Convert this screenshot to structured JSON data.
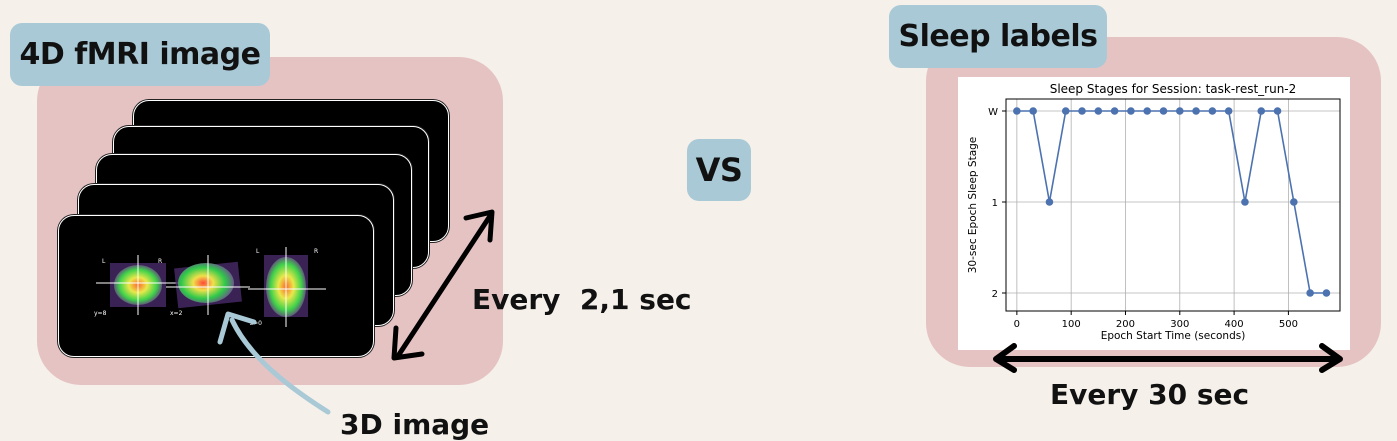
{
  "left": {
    "title": "4D fMRI image",
    "interval_label": "Every  2,1 sec",
    "sub_label": "3D image",
    "brain_view_labels": {
      "v1_left": "L",
      "v1_right": "R",
      "v1_coord": "y=8",
      "v2_coord": "x=2",
      "v3_left": "L",
      "v3_right": "R",
      "v3_coord": "z=0"
    }
  },
  "center": {
    "vs_label": "VS"
  },
  "right": {
    "title": "Sleep labels",
    "interval_label": "Every 30 sec"
  },
  "colors": {
    "background": "#f5f1ea",
    "panel": "#e6c3c3",
    "tag": "#a9c9d6",
    "series": "#4c72b0",
    "pointer_arrow": "#a9c9d6"
  },
  "chart_data": {
    "type": "line",
    "title": "Sleep Stages for Session: task-rest_run-2",
    "xlabel": "Epoch Start Time (seconds)",
    "ylabel": "30-sec Epoch Sleep Stage",
    "x_ticks": [
      0,
      100,
      200,
      300,
      400,
      500
    ],
    "y_ticks": [
      "W",
      "1",
      "2"
    ],
    "xlim": [
      -20,
      595
    ],
    "grid": true,
    "x": [
      0,
      30,
      60,
      90,
      120,
      150,
      180,
      210,
      240,
      270,
      300,
      330,
      360,
      390,
      420,
      450,
      480,
      510,
      540,
      570
    ],
    "y": [
      "W",
      "W",
      "1",
      "W",
      "W",
      "W",
      "W",
      "W",
      "W",
      "W",
      "W",
      "W",
      "W",
      "W",
      "1",
      "W",
      "W",
      "1",
      "2",
      "2"
    ]
  }
}
